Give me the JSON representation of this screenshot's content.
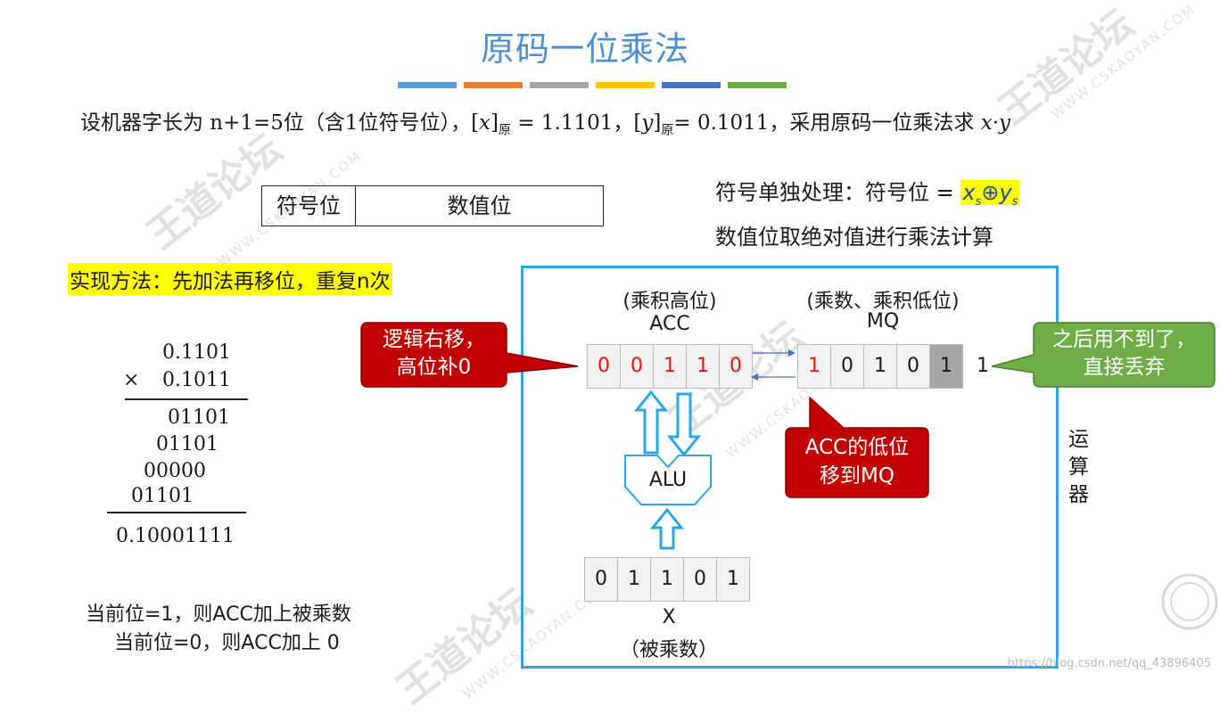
{
  "title": "原码一位乘法",
  "color_bars": [
    "#5b9bd5",
    "#ed7d31",
    "#a5a5a5",
    "#ffc000",
    "#4472c4",
    "#70ad47"
  ],
  "problem": {
    "part1": "设机器字长为 n+1=5位（含1位符号位），[",
    "x": "x",
    "bracket_close_1": "]",
    "sub_yuan_1": "原",
    "part2": " = 1.1101，[",
    "y": "y",
    "bracket_close_2": "]",
    "sub_yuan_2": "原",
    "part3": "= 0.1011，采用原码一位乘法求 ",
    "target": "x·y"
  },
  "format_box": {
    "sign_cell": "符号位",
    "value_cell": "数值位"
  },
  "sign_handling": {
    "prefix": "符号单独处理：符号位 = ",
    "x": "x",
    "xs": "s",
    "op": "⊕",
    "y": "y",
    "ys": "s"
  },
  "abs_note": "数值位取绝对值进行乘法计算",
  "method": "实现方法：先加法再移位，重复n次",
  "calculation": {
    "multiplicand": "0.1101",
    "times": "×",
    "multiplier": "0.1011",
    "partials": [
      "01101",
      "01101",
      "00000",
      "01101"
    ],
    "result": "0.10001111"
  },
  "rules": [
    "当前位=1，则ACC加上被乘数",
    "当前位=0，则ACC加上 0"
  ],
  "unit": {
    "acc_label_1": "(乘积高位)",
    "acc_label_2": "ACC",
    "mq_label_1": "(乘数、乘积低位)",
    "mq_label_2": "MQ",
    "acc_cells": [
      "0",
      "0",
      "1",
      "1",
      "0"
    ],
    "mq_cells": [
      "1",
      "0",
      "1",
      "0",
      "1"
    ],
    "mq_dropped": "1",
    "alu": "ALU",
    "x_cells": [
      "0",
      "1",
      "1",
      "0",
      "1"
    ],
    "x_label_1": "X",
    "x_label_2": "（被乘数）",
    "side_label": [
      "运",
      "算",
      "器"
    ]
  },
  "callouts": {
    "shift": [
      "逻辑右移，",
      "高位补0"
    ],
    "discard": [
      "之后用不到了，",
      "直接丢弃"
    ],
    "move": [
      "ACC的低位",
      "移到MQ"
    ]
  },
  "watermark": {
    "brand": "王道论坛",
    "site": "WWW.CSKAOYAN.COM"
  },
  "footer_url": "https://blog.csdn.net/qq_43896405"
}
